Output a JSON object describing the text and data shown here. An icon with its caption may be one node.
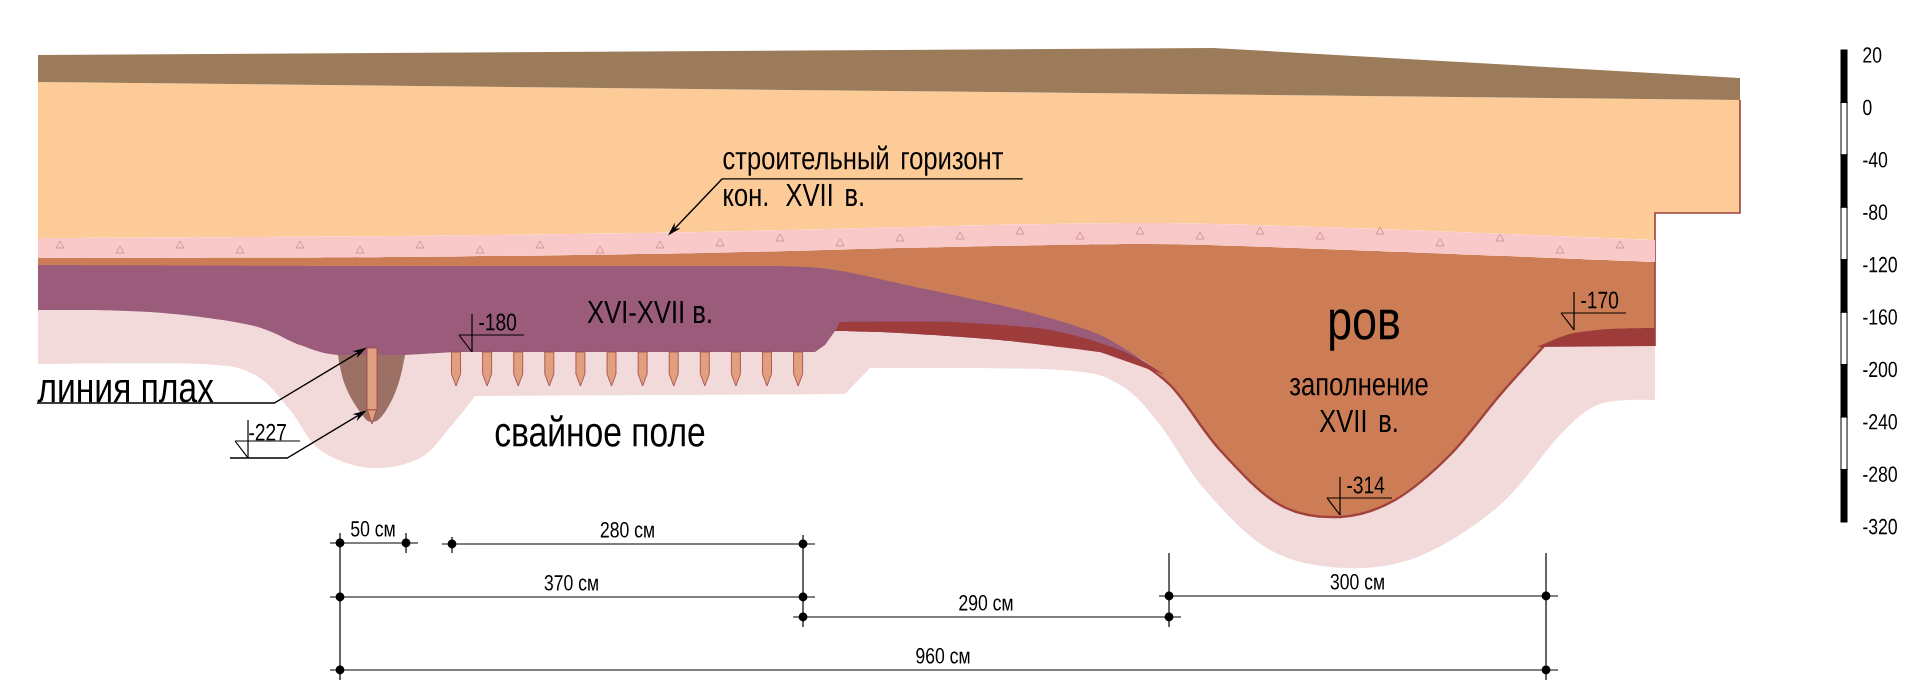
{
  "diagram": {
    "nodes": [
      {
        "text": [
          "строительный горизонт кон. XVII в."
        ]
      },
      {
        "text": [],
        "shape": "band"
      },
      {
        "text": [
          "линия плах"
        ]
      },
      {
        "text": [],
        "shape": "bar"
      },
      {
        "text": [
          "-227"
        ]
      }
    ],
    "edges": [
      {
        "from": 0,
        "to": 1,
        "arrow": "to"
      },
      {
        "from": 2,
        "to": 3,
        "arrow": "to"
      },
      {
        "from": 4,
        "to": 3,
        "arrow": "to"
      }
    ],
    "labels": [
      "20",
      "0",
      "-40",
      "-80",
      "-120",
      "-160",
      "-200",
      "-240",
      "-280",
      "-320",
      "XVI-XVII в.",
      "-180",
      "-170",
      "ров",
      "заполнение XVII в.",
      "свайное поле",
      "-314",
      "50 см",
      "280 см",
      "370 см",
      "290 см",
      "300 см",
      "960 см"
    ]
  }
}
